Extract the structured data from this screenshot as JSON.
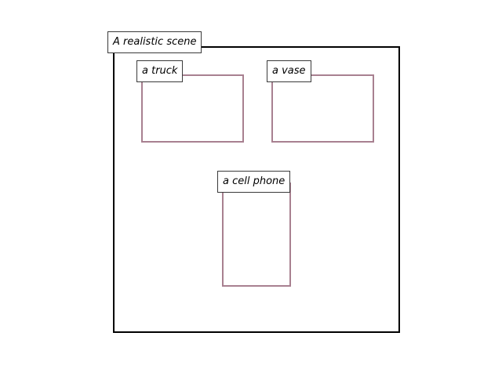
{
  "scene": {
    "title": "A realistic scene",
    "frame_color": "#000000",
    "box_color": "#a88090"
  },
  "objects": [
    {
      "label": "a truck"
    },
    {
      "label": "a vase"
    },
    {
      "label": "a cell phone"
    }
  ]
}
